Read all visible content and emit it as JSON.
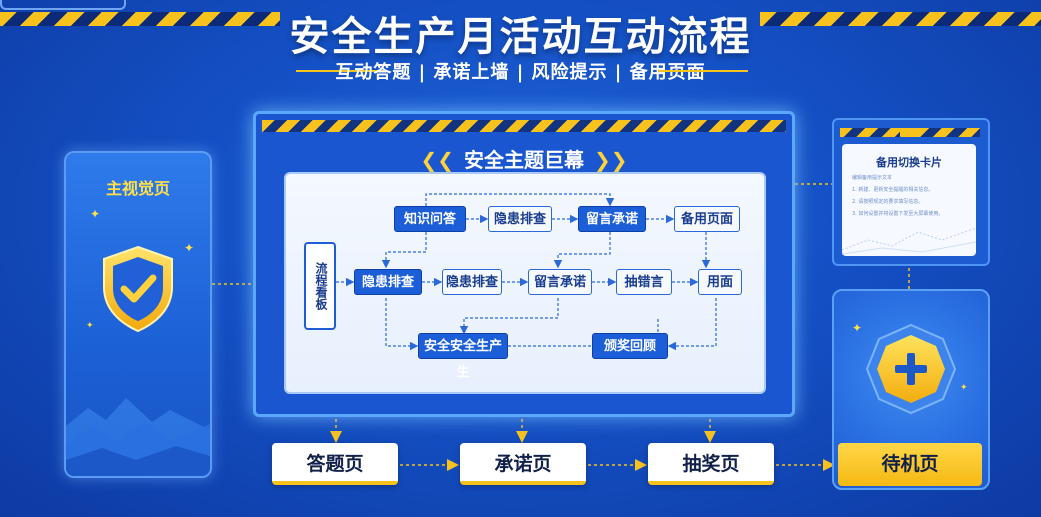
{
  "header": {
    "title": "安全生产月活动互动流程",
    "subtitle": "互动答题 | 承诺上墙 | 风险提示 | 备用页面"
  },
  "left_panel": {
    "title": "主视觉页",
    "icon": "shield-check-icon"
  },
  "main_panel": {
    "title": "安全主题巨幕",
    "board_label": "流程看板",
    "row1": [
      "知识问答",
      "隐患排查",
      "留言承诺",
      "备用页面"
    ],
    "row2": [
      "隐患排查",
      "隐患排查",
      "留言承诺",
      "抽错言",
      "用面"
    ],
    "row3": [
      "安全安全生产生",
      "颁奖回顾"
    ]
  },
  "right_top": {
    "title": "备用切换卡片",
    "lines": [
      "编辑备用提示文本",
      "1. 新建、更新安全提醒的相关信息。",
      "2. 请按照规定的要求填写信息。",
      "3. 如何设置并将设置下发至大屏幕使用。"
    ]
  },
  "right_bottom": {
    "icon": "plus-badge-icon"
  },
  "bottom_flow": [
    "答题页",
    "承诺页",
    "抽奖页",
    "待机页"
  ],
  "colors": {
    "background": "#1450c4",
    "accent_yellow": "#f7c21b",
    "node_blue": "#1b5ed8",
    "board_white": "#f4f8ff"
  }
}
